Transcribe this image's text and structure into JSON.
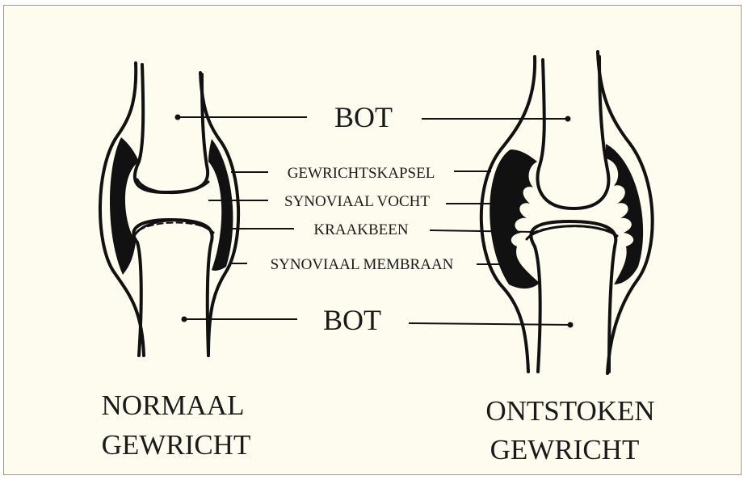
{
  "labels": {
    "bot_top": "BOT",
    "gewrichtskapsel": "GEWRICHTSKAPSEL",
    "synoviaal_vocht": "SYNOVIAAL VOCHT",
    "kraakbeen": "KRAAKBEEN",
    "synoviaal_membraan": "SYNOVIAAL MEMBRAAN",
    "bot_bottom": "BOT"
  },
  "captions": {
    "left_line1": "NORMAAL",
    "left_line2": "GEWRICHT",
    "right_line1": "ONTSTOKEN",
    "right_line2": "GEWRICHT"
  }
}
